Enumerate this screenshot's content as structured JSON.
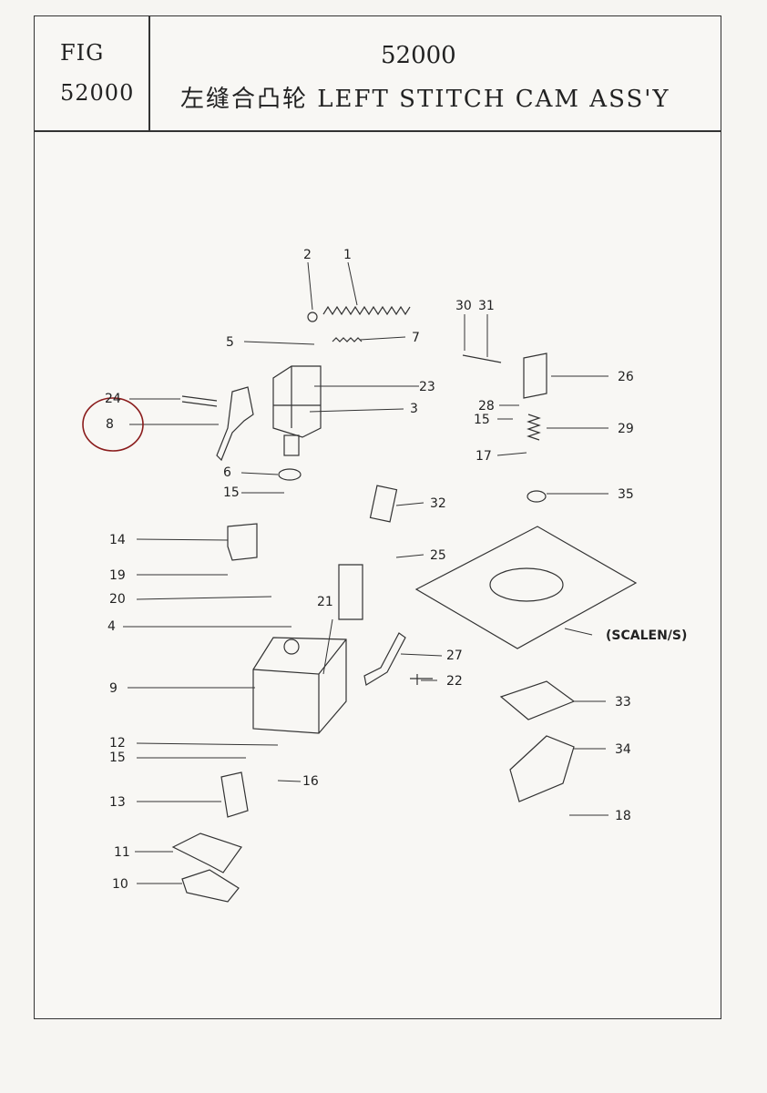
{
  "header": {
    "fig_label": "FIG",
    "fig_number": "52000",
    "title_number": "52000",
    "title": "左缝合凸轮   LEFT STITCH CAM ASS'Y"
  },
  "callouts": [
    "1",
    "2",
    "3",
    "4",
    "5",
    "6",
    "7",
    "8",
    "9",
    "10",
    "11",
    "12",
    "13",
    "14",
    "15",
    "15",
    "15",
    "16",
    "17",
    "18",
    "19",
    "20",
    "21",
    "22",
    "23",
    "24",
    "25",
    "26",
    "27",
    "28",
    "29",
    "30",
    "31",
    "32",
    "33",
    "34",
    "35"
  ],
  "scale_label": "(SCALEN/S)",
  "colors": {
    "line": "#333333",
    "circle": "#8a1c1c",
    "paper": "#f8f7f4"
  }
}
